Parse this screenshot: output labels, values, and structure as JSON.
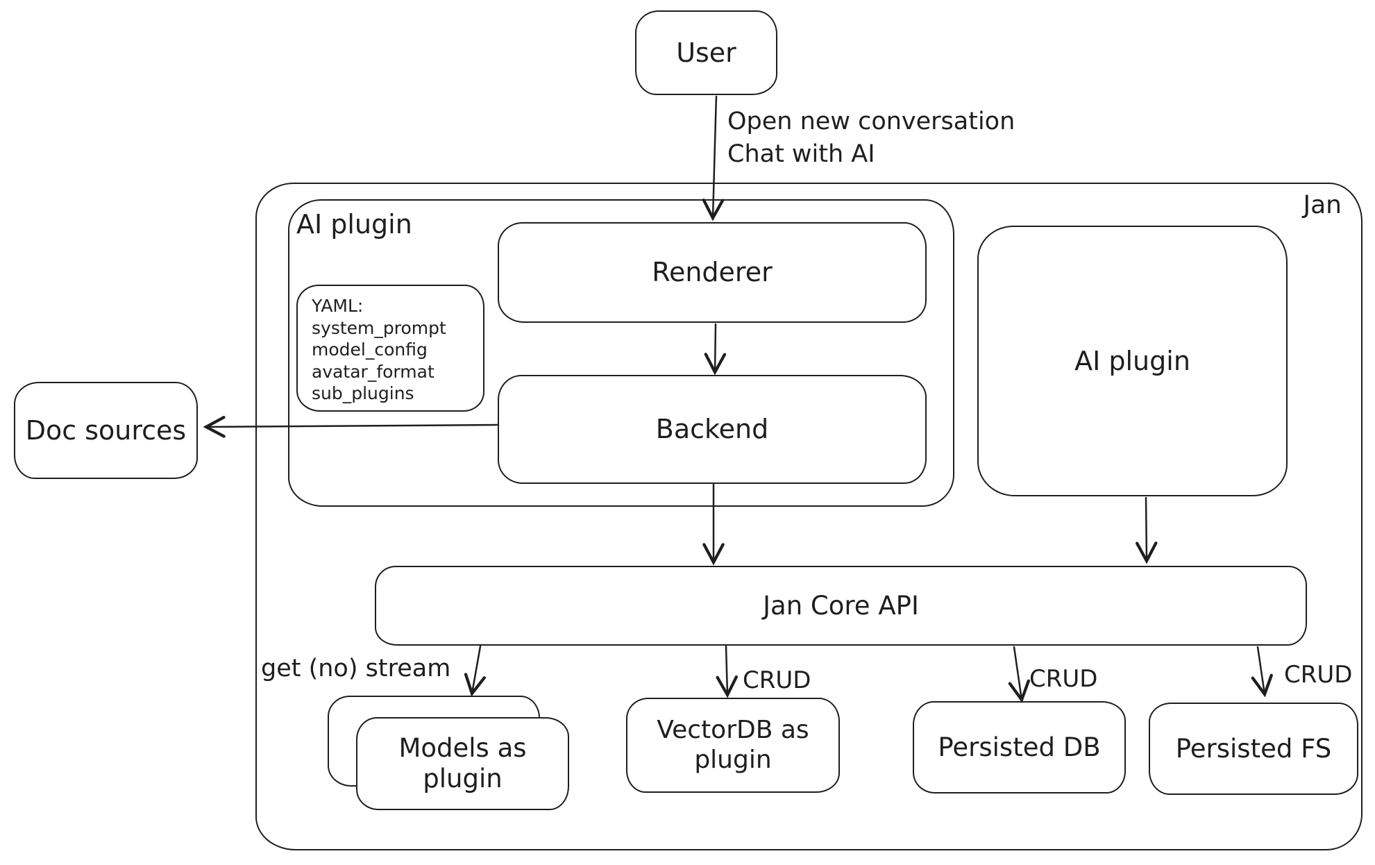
{
  "diagram_title": "Jan",
  "colors": {
    "stroke": "#1e1e1e",
    "background": "#ffffff"
  },
  "nodes": {
    "user": {
      "label": "User"
    },
    "jan_container": {
      "label": "Jan"
    },
    "ai_plugin_container": {
      "label": "AI plugin"
    },
    "renderer": {
      "label": "Renderer"
    },
    "backend": {
      "label": "Backend"
    },
    "yaml_note": {
      "lines": [
        "YAML:",
        "system_prompt",
        "model_config",
        "avatar_format",
        "sub_plugins"
      ]
    },
    "doc_sources": {
      "label": "Doc sources"
    },
    "ai_plugin_right": {
      "label": "AI plugin"
    },
    "jan_core_api": {
      "label": "Jan Core API"
    },
    "models_plugin": {
      "label": "Models as plugin",
      "lines": [
        "Models as",
        "plugin"
      ]
    },
    "vectordb_plugin": {
      "label": "VectorDB as plugin",
      "lines": [
        "VectorDB as",
        "plugin"
      ]
    },
    "persisted_db": {
      "label": "Persisted DB"
    },
    "persisted_fs": {
      "label": "Persisted FS"
    }
  },
  "edges": {
    "user_to_renderer": {
      "lines": [
        "Open new conversation",
        "Chat with AI"
      ]
    },
    "core_to_models": {
      "label": "get (no) stream"
    },
    "core_to_vectordb": {
      "label": "CRUD"
    },
    "core_to_persisted_db": {
      "label": "CRUD"
    },
    "core_to_persisted_fs": {
      "label": "CRUD"
    }
  }
}
